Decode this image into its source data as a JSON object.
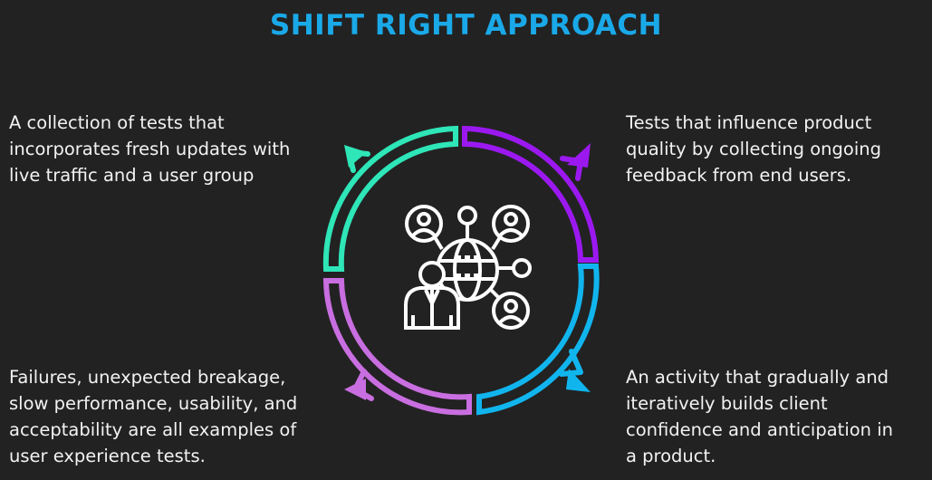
{
  "title": "SHIFT RIGHT APPROACH",
  "colors": {
    "background": "#222222",
    "title": "#1aa9e8",
    "text": "#f2f2f2",
    "teal": "#2ee6b8",
    "purple": "#9b19f0",
    "blue": "#11b5ee",
    "violet": "#c96ee0",
    "icon": "#ffffff"
  },
  "quadrants": {
    "top_left": "A collection of tests that\nincorporates fresh updates with\nlive traffic and a user group",
    "top_right": "Tests that influence product\nquality by collecting ongoing\nfeedback from end users.",
    "bottom_left": "Failures, unexpected breakage,\nslow performance, usability, and\nacceptability are all examples of\nuser experience tests.",
    "bottom_right": "An activity that gradually and\niteratively builds client\nconfidence and anticipation in\na product."
  },
  "center_icon": "global-users-network-icon"
}
